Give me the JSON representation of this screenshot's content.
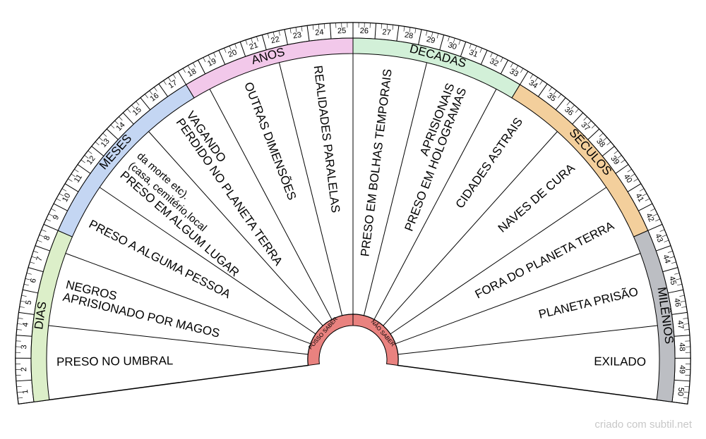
{
  "credit": "criado com subtil.net",
  "center": {
    "left_label": "POSSO SABER",
    "right_label": "NÃO SABER",
    "color": "#e9827f"
  },
  "tick_labels": [
    "1",
    "2",
    "3",
    "4",
    "5",
    "6",
    "7",
    "8",
    "9",
    "10",
    "11",
    "12",
    "13",
    "14",
    "15",
    "16",
    "17",
    "18",
    "19",
    "20",
    "21",
    "22",
    "23",
    "24",
    "25",
    "26",
    "27",
    "28",
    "29",
    "30",
    "31",
    "32",
    "33",
    "34",
    "35",
    "36",
    "37",
    "38",
    "39",
    "40",
    "41",
    "42",
    "43",
    "44",
    "45",
    "46",
    "47",
    "48",
    "49",
    "50"
  ],
  "time_bands": [
    {
      "label": "DIAS",
      "color": "#dcefc9",
      "from": 1,
      "to": 8
    },
    {
      "label": "MESES",
      "color": "#c4d6f3",
      "from": 9,
      "to": 17
    },
    {
      "label": "ANOS",
      "color": "#f2c8ea",
      "from": 18,
      "to": 25
    },
    {
      "label": "DECADAS",
      "color": "#d2f0d8",
      "from": 26,
      "to": 33
    },
    {
      "label": "SÉCULOS",
      "color": "#f3cf9c",
      "from": 34,
      "to": 42
    },
    {
      "label": "MILÊNIOS",
      "color": "#bcbec3",
      "from": 43,
      "to": 50
    }
  ],
  "sectors": [
    {
      "lines": [
        "PRESO NO UMBRAL"
      ]
    },
    {
      "lines": [
        "APRISIONADO POR MAGOS",
        "NEGROS"
      ]
    },
    {
      "lines": [
        "PRESO A ALGUMA PESSOA"
      ]
    },
    {
      "lines": [
        "PRESO EM ALGUM LUGAR",
        "(casa, cemitério,local",
        "da morte etc)."
      ]
    },
    {
      "lines": [
        "PERDIDO NO PLANETA TERRA",
        "VAGANDO"
      ]
    },
    {
      "lines": [
        "OUTRAS DIMENSÕES"
      ]
    },
    {
      "lines": [
        "REALIDADES PARALELAS"
      ]
    },
    {
      "lines": [
        "PRESO EM BOLHAS TEMPORAIS"
      ]
    },
    {
      "lines": [
        "PRESO EM HOLOGRAMAS",
        "APRISIONAIS"
      ]
    },
    {
      "lines": [
        "CIDADES ASTRAIS"
      ]
    },
    {
      "lines": [
        "NAVES DE CURA"
      ]
    },
    {
      "lines": [
        "FORA DO PLANETA TERRA"
      ]
    },
    {
      "lines": [
        "PLANETA PRISÃO"
      ]
    },
    {
      "lines": [
        "EXILADO"
      ]
    }
  ]
}
